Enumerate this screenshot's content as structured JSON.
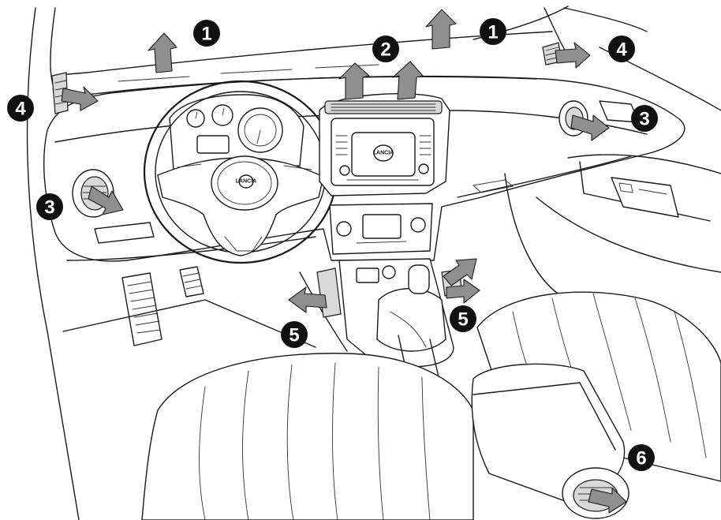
{
  "callouts": [
    {
      "id": "c1a",
      "label": "1"
    },
    {
      "id": "c1b",
      "label": "1"
    },
    {
      "id": "c2",
      "label": "2"
    },
    {
      "id": "c3a",
      "label": "3"
    },
    {
      "id": "c3b",
      "label": "3"
    },
    {
      "id": "c4a",
      "label": "4"
    },
    {
      "id": "c4b",
      "label": "4"
    },
    {
      "id": "c5a",
      "label": "5"
    },
    {
      "id": "c5b",
      "label": "5"
    },
    {
      "id": "c6",
      "label": "6"
    }
  ],
  "logos": {
    "steering_wheel": "LANCIA",
    "radio": "LANCIA"
  },
  "colors": {
    "line": "#1a1a1a",
    "arrow_fill": "#8f8f8f",
    "callout_fill": "#111111",
    "grill_fill": "#d9d9d9"
  },
  "icons": {
    "airflow_arrow": "airflow-arrow-icon",
    "air_vent": "air-vent-icon"
  }
}
